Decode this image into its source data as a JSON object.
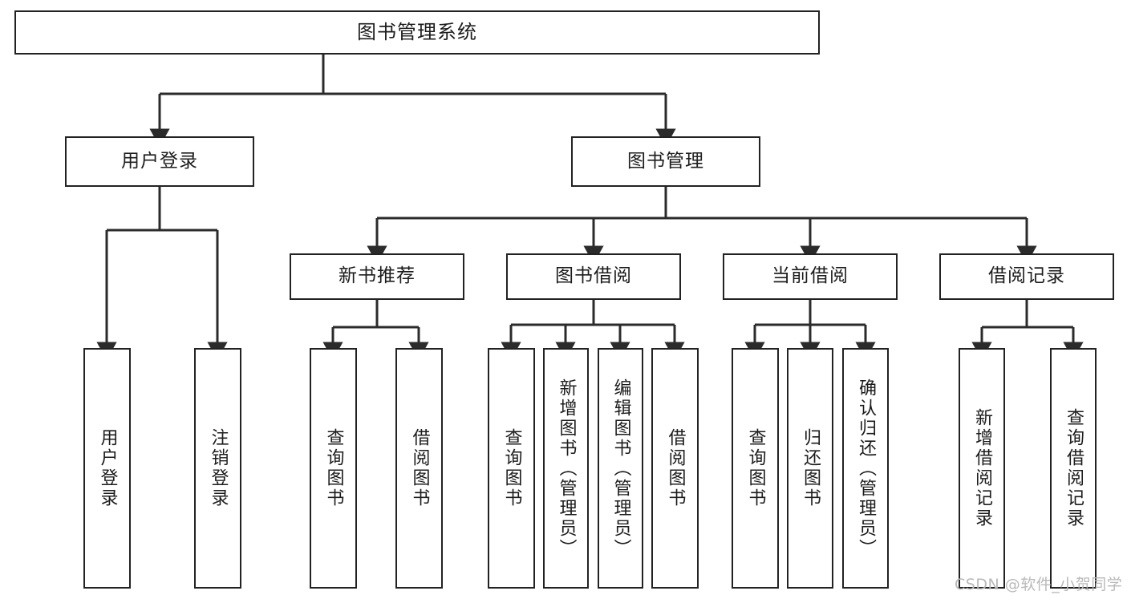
{
  "diagram": {
    "title": "图书管理系统",
    "type": "tree-hierarchy",
    "watermark": "CSDN @软件_小贺同学",
    "colors": {
      "box_border": "#222222",
      "box_fill": "#ffffff",
      "edge": "#2b2b2b",
      "text": "#1c1c1c",
      "watermark": "#b9b9b9",
      "background": "#ffffff"
    },
    "nodes": {
      "root": {
        "label": "图书管理系统"
      },
      "level2": [
        {
          "label": "用户登录"
        },
        {
          "label": "图书管理"
        }
      ],
      "level3": [
        {
          "label": "新书推荐"
        },
        {
          "label": "图书借阅"
        },
        {
          "label": "当前借阅"
        },
        {
          "label": "借阅记录"
        }
      ],
      "leaves": {
        "user_login": [
          {
            "label": "用户登录"
          },
          {
            "label": "注销登录"
          }
        ],
        "new_book_recommend": [
          {
            "label": "查询图书"
          },
          {
            "label": "借阅图书"
          }
        ],
        "book_borrow": [
          {
            "label": "查询图书"
          },
          {
            "label": "新增图书（管理员）"
          },
          {
            "label": "编辑图书（管理员）"
          },
          {
            "label": "借阅图书"
          }
        ],
        "current_borrow": [
          {
            "label": "查询图书"
          },
          {
            "label": "归还图书"
          },
          {
            "label": "确认归还（管理员）"
          }
        ],
        "borrow_record": [
          {
            "label": "新增借阅记录"
          },
          {
            "label": "查询借阅记录"
          }
        ]
      }
    }
  }
}
